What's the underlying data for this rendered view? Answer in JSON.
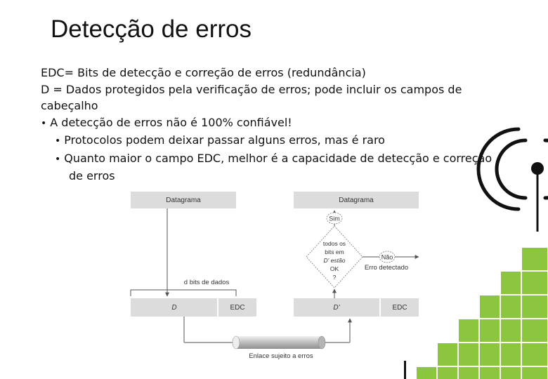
{
  "slide": {
    "title": "Detecção de erros",
    "lines": {
      "edc_def": "EDC= Bits de detecção e correção de erros (redundância)",
      "d_def": "D   = Dados protegidos pela verificação de erros; pode incluir os campos de",
      "d_def_cont": "cabeçalho",
      "bullet_main": "A detecção de erros não é 100% confiável!",
      "sub1": "Protocolos podem deixar passar alguns erros, mas é raro",
      "sub2": "Quanto maior o campo EDC, melhor é a capacidade de detecção e correção",
      "sub2_cont": "de erros"
    }
  },
  "diagram": {
    "datagram_left": "Datagrama",
    "datagram_right": "Datagrama",
    "yes_label": "Sim",
    "decision_lines": [
      "todos os",
      "bits em",
      "D' estão",
      "OK",
      "?"
    ],
    "no_label": "Não",
    "error_detected": "Erro detectado",
    "data_bits": "d bits de dados",
    "d_field": "D",
    "edc_field_left": "EDC",
    "d_prime_field": "D'",
    "edc_field_right": "EDC",
    "link_label": "Enlace sujeito a erros"
  },
  "colors": {
    "box_fill": "#dcdcdc",
    "deco_green": "#8cc63f",
    "deco_dark": "#111111"
  }
}
